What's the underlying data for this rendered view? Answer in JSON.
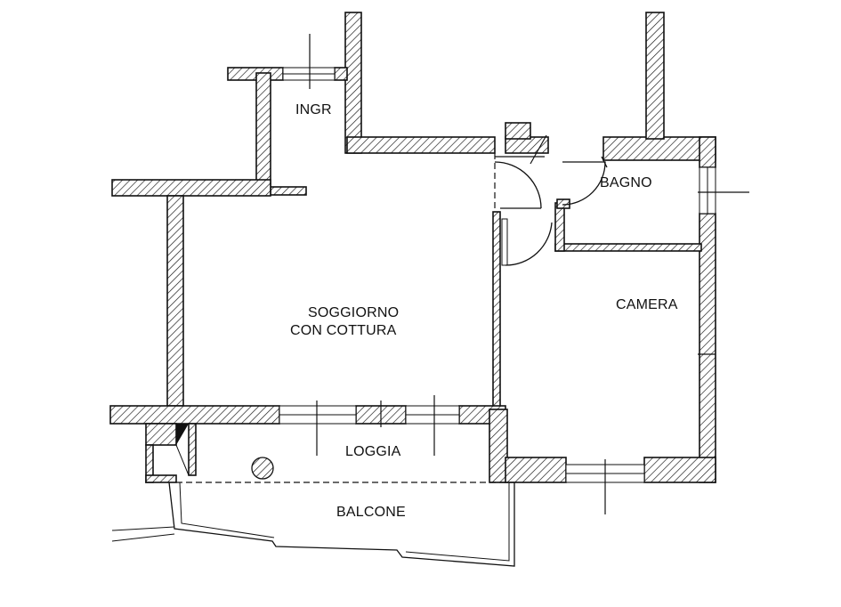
{
  "plan": {
    "rooms": [
      {
        "id": "ingr",
        "lines": [
          "INGR"
        ]
      },
      {
        "id": "bagno",
        "lines": [
          "BAGNO"
        ]
      },
      {
        "id": "soggiorno",
        "lines": [
          "SOGGIORNO",
          "CON COTTURA"
        ]
      },
      {
        "id": "camera",
        "lines": [
          "CAMERA"
        ]
      },
      {
        "id": "loggia",
        "lines": [
          "LOGGIA"
        ]
      },
      {
        "id": "balcone",
        "lines": [
          "BALCONE"
        ]
      }
    ],
    "colors": {
      "ink": "#111111",
      "background": "#ffffff"
    }
  }
}
